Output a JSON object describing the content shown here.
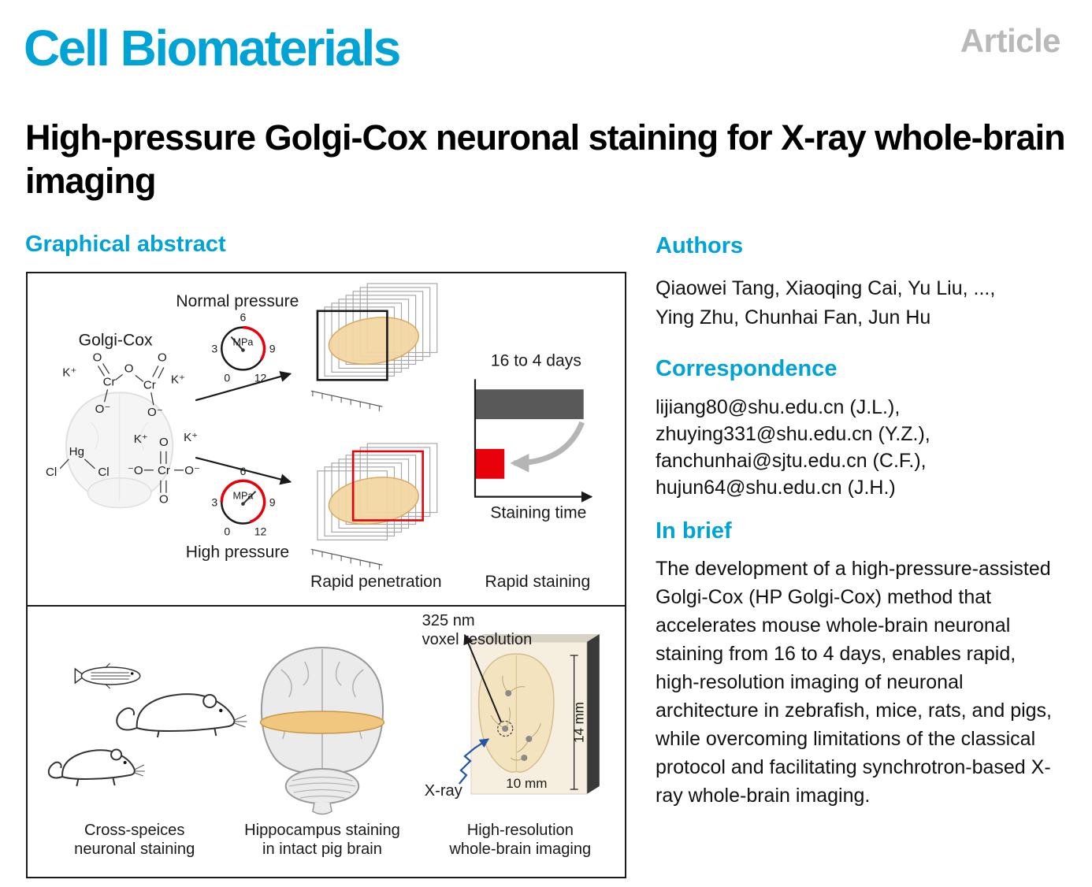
{
  "colors": {
    "accent": "#00a3d6",
    "article_gray": "#b9b9b9",
    "bar_gray": "#595959",
    "bar_red": "#e8000b",
    "brain_orange": "#f3d6a4"
  },
  "header": {
    "journal": "Cell Biomaterials",
    "article_type": "Article"
  },
  "title": "High-pressure Golgi-Cox neuronal staining for X-ray whole-brain imaging",
  "graphical_abstract": {
    "heading": "Graphical abstract",
    "top": {
      "normal_pressure": "Normal pressure",
      "high_pressure": "High pressure",
      "golgi_cox": "Golgi-Cox",
      "gauge": {
        "unit": "MPa",
        "tick_0": "0",
        "tick_3": "3",
        "tick_6": "6",
        "tick_9": "9",
        "tick_12": "12"
      },
      "chem": {
        "kplus": "K⁺",
        "cr": "Cr",
        "o": "O",
        "ominus": "O⁻",
        "ominus_left": "⁻O",
        "hg": "Hg",
        "cl": "Cl"
      },
      "days": "16 to 4 days",
      "staining_time": "Staining time",
      "rapid_penetration": "Rapid penetration",
      "rapid_staining": "Rapid staining"
    },
    "bottom": {
      "caption_species_1": "Cross-speices",
      "caption_species_2": "neuronal staining",
      "caption_pig_1": "Hippocampus staining",
      "caption_pig_2": "in intact pig brain",
      "voxel_1": "325 nm",
      "voxel_2": "voxel resolution",
      "xray": "X-ray",
      "dim_height": "14 mm",
      "dim_width": "10 mm",
      "caption_imaging_1": "High-resolution",
      "caption_imaging_2": "whole-brain imaging"
    }
  },
  "authors": {
    "heading": "Authors",
    "lines": [
      "Qiaowei Tang, Xiaoqing Cai, Yu Liu, ...,",
      "Ying Zhu, Chunhai Fan, Jun Hu"
    ]
  },
  "correspondence": {
    "heading": "Correspondence",
    "lines": [
      "lijiang80@shu.edu.cn (J.L.),",
      "zhuying331@shu.edu.cn (Y.Z.),",
      "fanchunhai@sjtu.edu.cn (C.F.),",
      "hujun64@shu.edu.cn (J.H.)"
    ]
  },
  "in_brief": {
    "heading": "In brief",
    "text": "The development of a high-pressure-assisted Golgi-Cox (HP Golgi-Cox) method that accelerates mouse whole-brain neuronal staining from 16 to 4 days, enables rapid, high-resolution imaging of neuronal architecture in zebrafish, mice, rats, and pigs, while overcoming limitations of the classical protocol and facilitating synchrotron-based X-ray whole-brain imaging."
  }
}
